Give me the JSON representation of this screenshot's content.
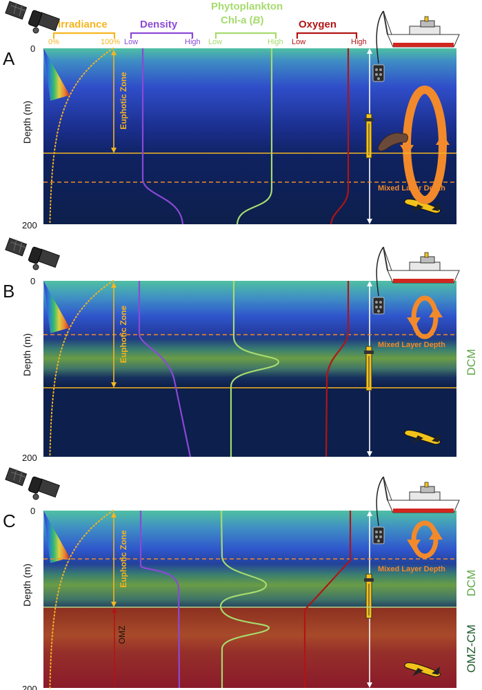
{
  "header": {
    "irradiance": {
      "title": "Irradiance",
      "low": "0%",
      "high": "100%"
    },
    "density": {
      "title": "Density",
      "low": "Low",
      "high": "High"
    },
    "phyto": {
      "title_line1": "Phytoplankton",
      "title_line2_prefix": "Chl-a (",
      "title_line2_italic": "B",
      "title_line2_suffix": ")",
      "low": "Low",
      "high": "High"
    },
    "oxygen": {
      "title": "Oxygen",
      "low": "Low",
      "high": "High"
    }
  },
  "colors": {
    "irradiance": "#f5b51f",
    "density": "#8b49d6",
    "phyto": "#a6db6e",
    "oxygen": "#b21414",
    "mixed_layer": "#f28a2b",
    "dcm_text": "#62a84a",
    "omz_text": "#1f5a2c"
  },
  "panels": [
    {
      "letter": "A",
      "depth_top": "0",
      "depth_bottom": "200",
      "axis_title": "Depth (m)",
      "euphotic_label": "Euphotic Zone",
      "mixed_layer_label": "Mixed Layer Depth"
    },
    {
      "letter": "B",
      "depth_top": "0",
      "depth_bottom": "200",
      "axis_title": "Depth (m)",
      "euphotic_label": "Euphotic Zone",
      "mixed_layer_label": "Mixed Layer Depth",
      "side_label": "DCM"
    },
    {
      "letter": "C",
      "depth_top": "0",
      "depth_bottom": "200",
      "axis_title": "Depth (m)",
      "euphotic_label": "Euphotic Zone",
      "mixed_layer_label": "Mixed Layer Depth",
      "side_label": "DCM",
      "side_label2": "OMZ-CM",
      "omz_label": "OMZ"
    }
  ]
}
